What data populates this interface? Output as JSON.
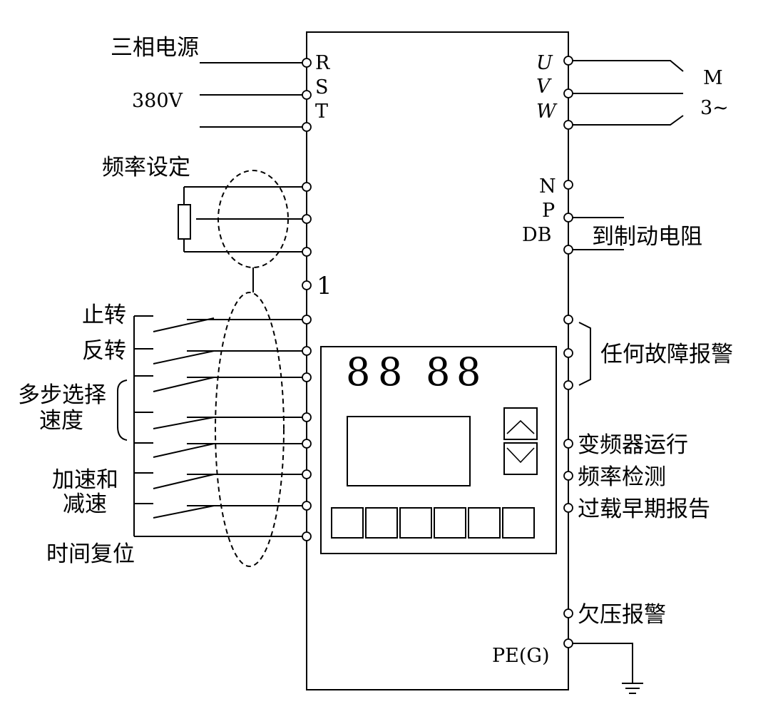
{
  "power": {
    "label_line1": "三相电源",
    "label_line2": "380V",
    "terminals": [
      "R",
      "S",
      "T"
    ]
  },
  "motor": {
    "terminals": [
      "U",
      "V",
      "W"
    ],
    "label_line1": "M",
    "label_line2": "3~"
  },
  "dc_bus": {
    "terminals": [
      "N",
      "P",
      "DB"
    ],
    "brake_label": "到制动电阻"
  },
  "frequency_setting": {
    "label": "频率设定"
  },
  "common_terminal": {
    "label": "1"
  },
  "inputs": {
    "forward": "止转",
    "reverse": "反转",
    "multi_step_line1": "多步选择",
    "multi_step_line2": "速度",
    "accel_line1": "加速和",
    "accel_line2": "减速",
    "time_reset": "时间复位"
  },
  "outputs": {
    "fault_alarm": "任何故障报警",
    "running": "变频器运行",
    "freq_detect": "频率检测",
    "overload": "过载早期报告",
    "undervoltage": "欠压报警",
    "ground": "PE(G)"
  },
  "panel": {
    "digits": [
      "8",
      "8",
      "8",
      "8"
    ]
  }
}
